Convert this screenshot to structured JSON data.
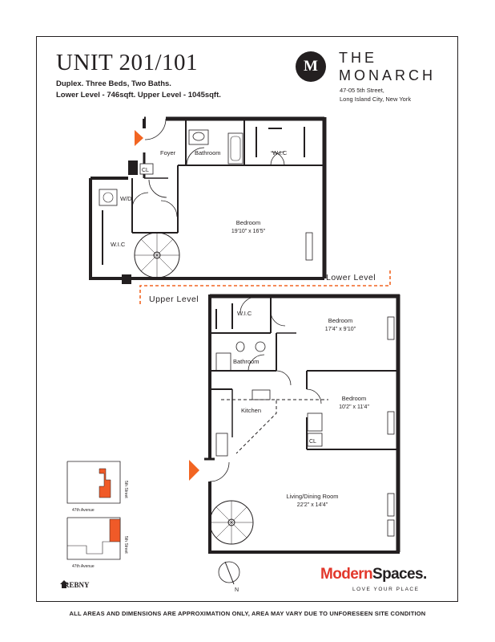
{
  "unit": {
    "title": "UNIT 201/101",
    "line1": "Duplex. Three Beds, Two Baths.",
    "line2": "Lower Level - 746sqft. Upper Level - 1045sqft."
  },
  "building": {
    "logo_letter": "M",
    "name_line1": "THE",
    "name_line2": "MONARCH",
    "address_line1": "47-05 5th Street,",
    "address_line2": "Long Island City, New York"
  },
  "levels": {
    "lower": "Lower Level",
    "upper": "Upper Level"
  },
  "rooms": {
    "foyer": "Foyer",
    "bathroom_lower": "Bathroom",
    "wic_lower_top": "W.I.C",
    "cl_lower": "CL",
    "wd": "W/D",
    "wic_lower_left": "W.I.C",
    "bedroom_lower": "Bedroom",
    "bedroom_lower_dim": "19'10\" x 16'5\"",
    "wic_upper": "W.I.C",
    "bedroom_upper_1": "Bedroom",
    "bedroom_upper_1_dim": "17'4\" x 9'10\"",
    "bathroom_upper": "Bathroom",
    "bedroom_upper_2": "Bedroom",
    "bedroom_upper_2_dim": "10'2\" x 11'4\"",
    "kitchen": "Kitchen",
    "cl_upper": "CL",
    "living": "Living/Dining Room",
    "living_dim": "22'2\" x 14'4\""
  },
  "key_plans": {
    "street": "5th Street",
    "avenue": "47th Avenue"
  },
  "compass": "N",
  "footer": {
    "rebny": "REBNY",
    "brand_part1": "Modern",
    "brand_part2": "Spaces.",
    "tagline": "LOVE YOUR PLACE",
    "disclaimer": "ALL AREAS AND DIMENSIONS ARE APPROXIMATION ONLY, AREA MAY VARY DUE TO UNFORESEEN SITE CONDITION"
  },
  "colors": {
    "accent": "#f26522",
    "wall": "#231f20",
    "brand_red": "#e2372b"
  }
}
